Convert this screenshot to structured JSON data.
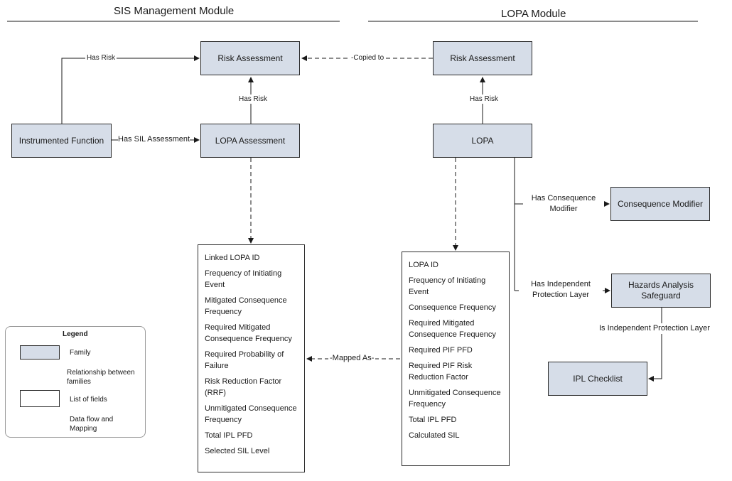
{
  "modules": {
    "left_title": "SIS Management Module",
    "right_title": "LOPA Module"
  },
  "nodes": {
    "risk_assessment_left": "Risk Assessment",
    "risk_assessment_right": "Risk Assessment",
    "instrumented_function": "Instrumented Function",
    "lopa_assessment": "LOPA Assessment",
    "lopa": "LOPA",
    "consequence_modifier": "Consequence Modifier",
    "hazards_analysis_safeguard": "Hazards Analysis Safeguard",
    "ipl_checklist": "IPL Checklist"
  },
  "edges": {
    "has_risk_top": "Has Risk",
    "copied_to": "-Copied to",
    "has_risk_left": "Has Risk",
    "has_risk_right": "Has Risk",
    "has_sil_assessment": "Has SIL Assessment",
    "has_consequence_modifier": "Has Consequence Modifier",
    "has_independent_protection_layer": "Has Independent Protection Layer",
    "is_independent_protection_layer": "Is Independent Protection Layer",
    "mapped_as": "-Mapped As-"
  },
  "lopa_assessment_fields": [
    "Linked LOPA ID",
    "Frequency of Initiating Event",
    "Mitigated Consequence Frequency",
    "Required Mitigated Consequence Frequency",
    "Required Probability of Failure",
    "Risk Reduction Factor (RRF)",
    "Unmitigated Consequence Frequency",
    "Total IPL PFD",
    "Selected SIL Level"
  ],
  "lopa_fields": [
    "LOPA ID",
    "Frequency of Initiating Event",
    "Consequence Frequency",
    "Required Mitigated Consequence Frequency",
    "Required PIF PFD",
    "Required PIF Risk Reduction Factor",
    "Unmitigated Consequence Frequency",
    "Total IPL PFD",
    "Calculated SIL"
  ],
  "legend": {
    "title": "Legend",
    "family": "Family",
    "relationship": "Relationship between families",
    "fields": "List of fields",
    "dataflow": "Data flow and Mapping"
  },
  "colors": {
    "family_fill": "#d6dde8",
    "line": "#1a1a1a"
  }
}
